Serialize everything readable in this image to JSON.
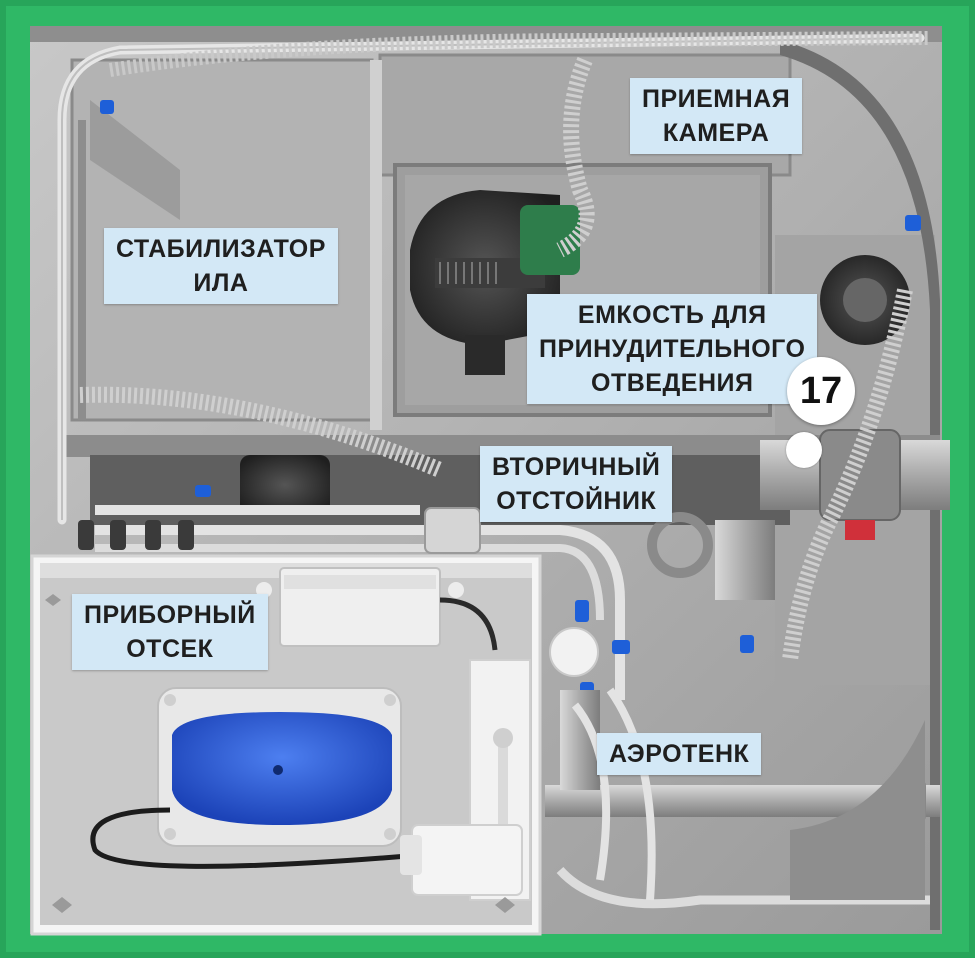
{
  "labels": {
    "receiving_chamber": [
      "ПРИЕМНАЯ",
      "КАМЕРА"
    ],
    "sludge_stabilizer": [
      "СТАБИЛИЗАТОР",
      "ИЛА"
    ],
    "forced_discharge_tank": [
      "ЕМКОСТЬ ДЛЯ",
      "ПРИНУДИТЕЛЬНОГО",
      "ОТВЕДЕНИЯ"
    ],
    "secondary_clarifier": [
      "ВТОРИЧНЫЙ",
      "ОТСТОЙНИК"
    ],
    "instrument_compartment": [
      "ПРИБОРНЫЙ",
      "ОТСЕК"
    ],
    "aerotank": [
      "АЭРОТЕНК"
    ]
  },
  "badge": "17",
  "colors": {
    "housing_green": "#27a55a",
    "interior_grey": "#b9b9b9",
    "callout_bg": "#d3e8f6",
    "compressor_blue": "#2a5bd7",
    "fitting_blue": "#1e5fd8"
  }
}
